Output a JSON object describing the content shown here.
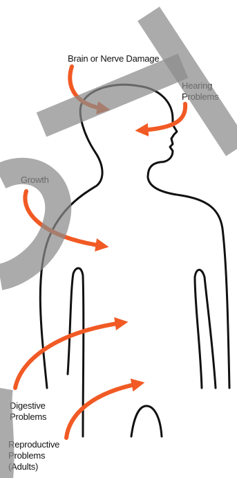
{
  "labels": {
    "brain": "Brain or Nerve Damage",
    "hearing": "Hearing\nProblems",
    "growth": "Growth",
    "digestive": "Digestive\nProblems",
    "reproductive": "Reproductive\nProblems\n(Adults)"
  },
  "colors": {
    "arrow": "#f15a24",
    "outline": "#111111",
    "watermark": "#8a8a8a"
  }
}
